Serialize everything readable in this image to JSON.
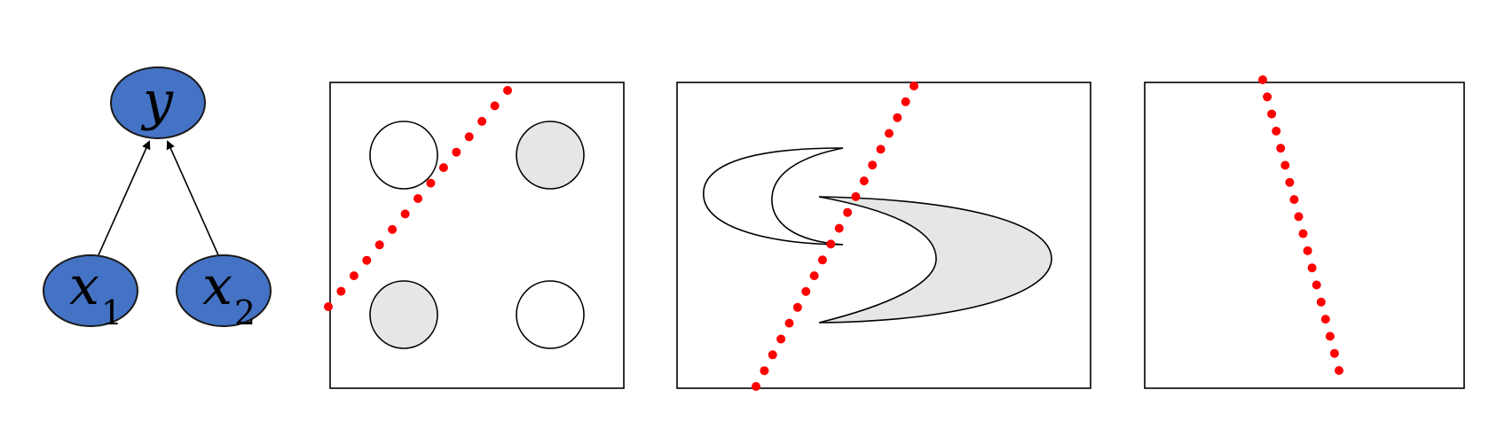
{
  "graph": {
    "nodes": [
      {
        "id": "y",
        "label": "y",
        "sub": ""
      },
      {
        "id": "x1",
        "label": "x",
        "sub": "1"
      },
      {
        "id": "x2",
        "label": "x",
        "sub": "2"
      }
    ],
    "edges": [
      {
        "from": "x1",
        "to": "y"
      },
      {
        "from": "x2",
        "to": "y"
      }
    ]
  },
  "colors": {
    "node_fill": "#4472C4",
    "node_stroke": "#1a1a1a",
    "boundary": "#ff0000",
    "shape_shaded": "#e6e6e6",
    "shape_plain": "#ffffff",
    "panel_border": "#000000"
  },
  "panels": [
    {
      "id": "xor",
      "shapes": [
        "circle-plain",
        "circle-shaded",
        "circle-shaded",
        "circle-plain"
      ]
    },
    {
      "id": "moons",
      "shapes": [
        "moon-plain",
        "moon-shaded"
      ]
    },
    {
      "id": "empty",
      "shapes": []
    }
  ]
}
